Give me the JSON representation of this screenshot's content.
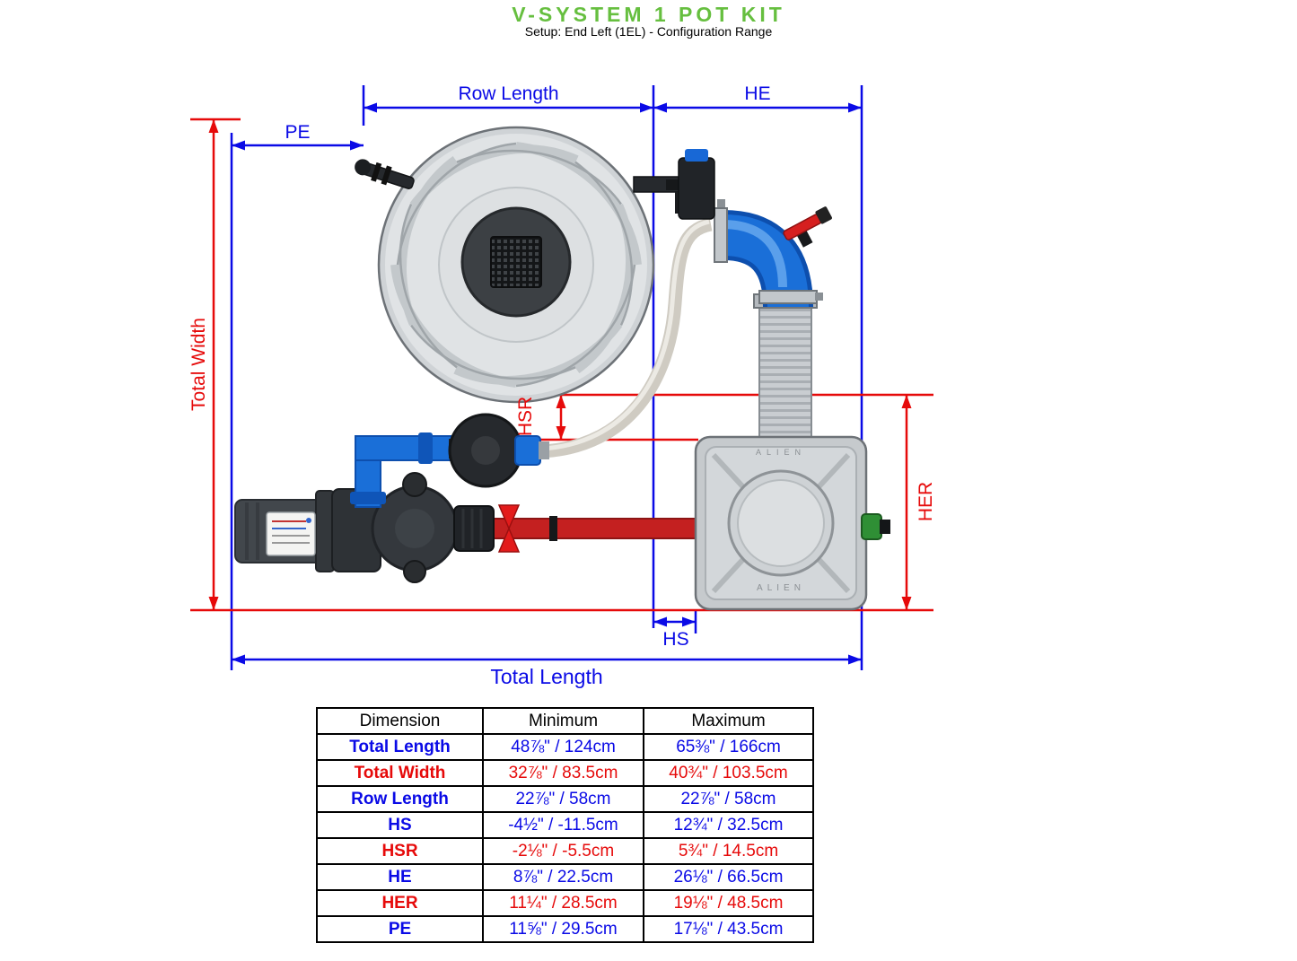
{
  "title": "V-SYSTEM 1 POT KIT",
  "subtitle": "Setup: End Left (1EL) - Configuration Range",
  "colors": {
    "blue": "#0A0AE6",
    "red": "#E60A0A",
    "green": "#66BF3F"
  },
  "diagram": {
    "labels": {
      "row_length": "Row Length",
      "he": "HE",
      "pe": "PE",
      "total_width": "Total Width",
      "hsr": "HSR",
      "her": "HER",
      "hs": "HS",
      "total_length": "Total Length"
    },
    "pot_brand": "ALIEN"
  },
  "table": {
    "headers": [
      "Dimension",
      "Minimum",
      "Maximum"
    ],
    "rows": [
      {
        "dimension": "Total Length",
        "min": "48⅞\" / 124cm",
        "max": "65⅜\" / 166cm",
        "color": "blue"
      },
      {
        "dimension": "Total Width",
        "min": "32⅞\" / 83.5cm",
        "max": "40¾\" / 103.5cm",
        "color": "red"
      },
      {
        "dimension": "Row Length",
        "min": "22⅞\" / 58cm",
        "max": "22⅞\" / 58cm",
        "color": "blue"
      },
      {
        "dimension": "HS",
        "min": "-4½\" / -11.5cm",
        "max": "12¾\" / 32.5cm",
        "color": "blue"
      },
      {
        "dimension": "HSR",
        "min": "-2⅛\" / -5.5cm",
        "max": "5¾\" / 14.5cm",
        "color": "red"
      },
      {
        "dimension": "HE",
        "min": "8⅞\" / 22.5cm",
        "max": "26⅛\" / 66.5cm",
        "color": "blue"
      },
      {
        "dimension": "HER",
        "min": "11¼\" / 28.5cm",
        "max": "19⅛\" / 48.5cm",
        "color": "red"
      },
      {
        "dimension": "PE",
        "min": "11⅝\" / 29.5cm",
        "max": "17⅛\" / 43.5cm",
        "color": "blue"
      }
    ]
  }
}
